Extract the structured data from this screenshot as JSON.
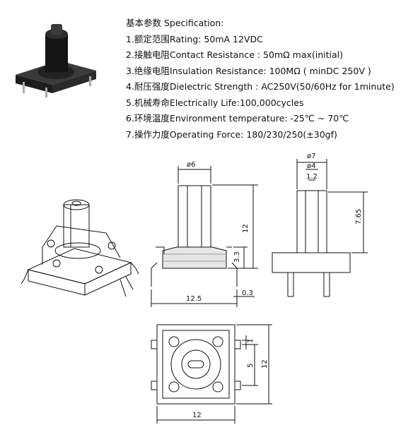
{
  "spec": {
    "title": "基本参数 Specification:",
    "items": [
      "1.额定范围Rating: 50mA 12VDC",
      "2.接触电阻Contact Resistance : 50mΩ max(initial)",
      "3.绝缘电阻Insulation Resistance: 100MΩ ( minDC 250V )",
      "4.耐压强度Dielectric Strength : AC250V(50/60Hz for 1minute)",
      "5.机械寿命Electrically Life:100,000cycles",
      "6.环境温度Environment temperature: -25℃ ~ 70℃",
      "7.操作力度Operating Force: 180/230/250(±30gf)"
    ]
  },
  "dims": {
    "side_diam": "ø6",
    "side_height": "12",
    "side_base": "3.3",
    "side_width": "12.5",
    "side_pin": "0.3",
    "right_outer": "ø7",
    "right_inner": "ø4",
    "right_slot": "1.2",
    "right_height": "7.65",
    "bottom_pin_w": "1",
    "bottom_pitch": "5",
    "bottom_height": "12",
    "bottom_width": "12"
  }
}
